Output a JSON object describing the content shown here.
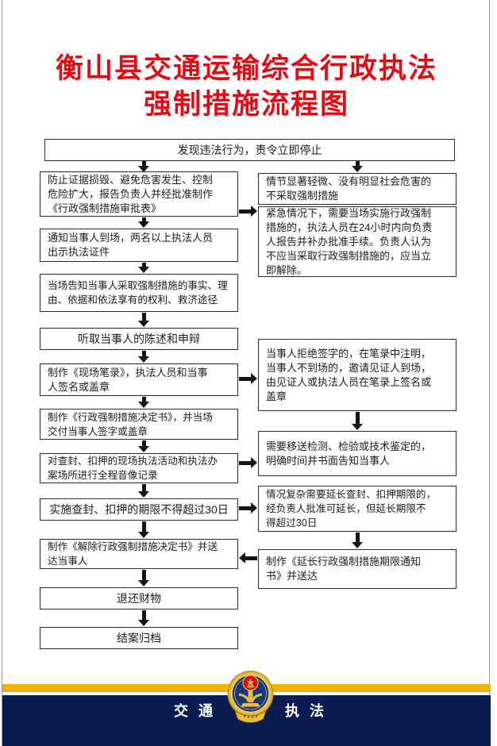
{
  "title": {
    "line1": "衡山县交通运输综合行政执法",
    "line2": "强制措施流程图",
    "color": "#e60914"
  },
  "flow": {
    "start": {
      "text": "发现违法行为，责令立即停止"
    },
    "left": [
      {
        "text": "防止证据损毁、避免危害发生、控制\n危险扩大，报告负责人并经批准制作\n《行政强制措施审批表》"
      },
      {
        "text": "通知当事人到场，两名以上执法人员\n出示执法证件"
      },
      {
        "text": "当场告知当事人采取强制措施的事实、理\n由、依据和依法享有的权利、救济途径"
      },
      {
        "text": "听取当事人的陈述和申辩"
      },
      {
        "text": "制作《现场笔录》，执法人员和当事\n人签名或盖章"
      },
      {
        "text": "制作《行政强制措施决定书》，并当场\n交付当事人签字或盖章"
      },
      {
        "text": "对查封、扣押的现场执法活动和执法办\n案场所进行全程音像记录"
      },
      {
        "text": "实施查封、扣押的期限不得超过30日"
      },
      {
        "text": "制作《解除行政强制措施决定书》并送\n达当事人"
      },
      {
        "text": "退还财物"
      },
      {
        "text": "结案归档"
      }
    ],
    "right": [
      {
        "text": "情节显著轻微、没有明显社会危害的\n不采取强制措施"
      },
      {
        "text": "紧急情况下，需要当场实施行政强制\n措施的，执法人员在24小时内向负责\n人报告并补办批准手续。负责人认为\n不应当采取行政强制措施的，应当立\n即解除。"
      },
      {
        "text": "当事人拒绝签字的，在笔录中注明，\n当事人不到场的，邀请见证人到场，\n由见证人或执法人员在笔录上签名或\n盖章"
      },
      {
        "text": "需要移送检测、检验或技术鉴定的，\n明确时间并书面告知当事人"
      },
      {
        "text": "情况复杂需要延长查封、扣押期限的，\n经负责人批准可延长，但延长期限不\n得超过30日"
      },
      {
        "text": "制作《延长行政强制措施期限通知\n书》并送达"
      }
    ]
  },
  "footer": {
    "left_label": "交通",
    "right_label": "执法",
    "emblem_icon": "transport-law-enforcement-badge",
    "band_color": "#0a1c52",
    "stripe_color": "#f2b105"
  }
}
